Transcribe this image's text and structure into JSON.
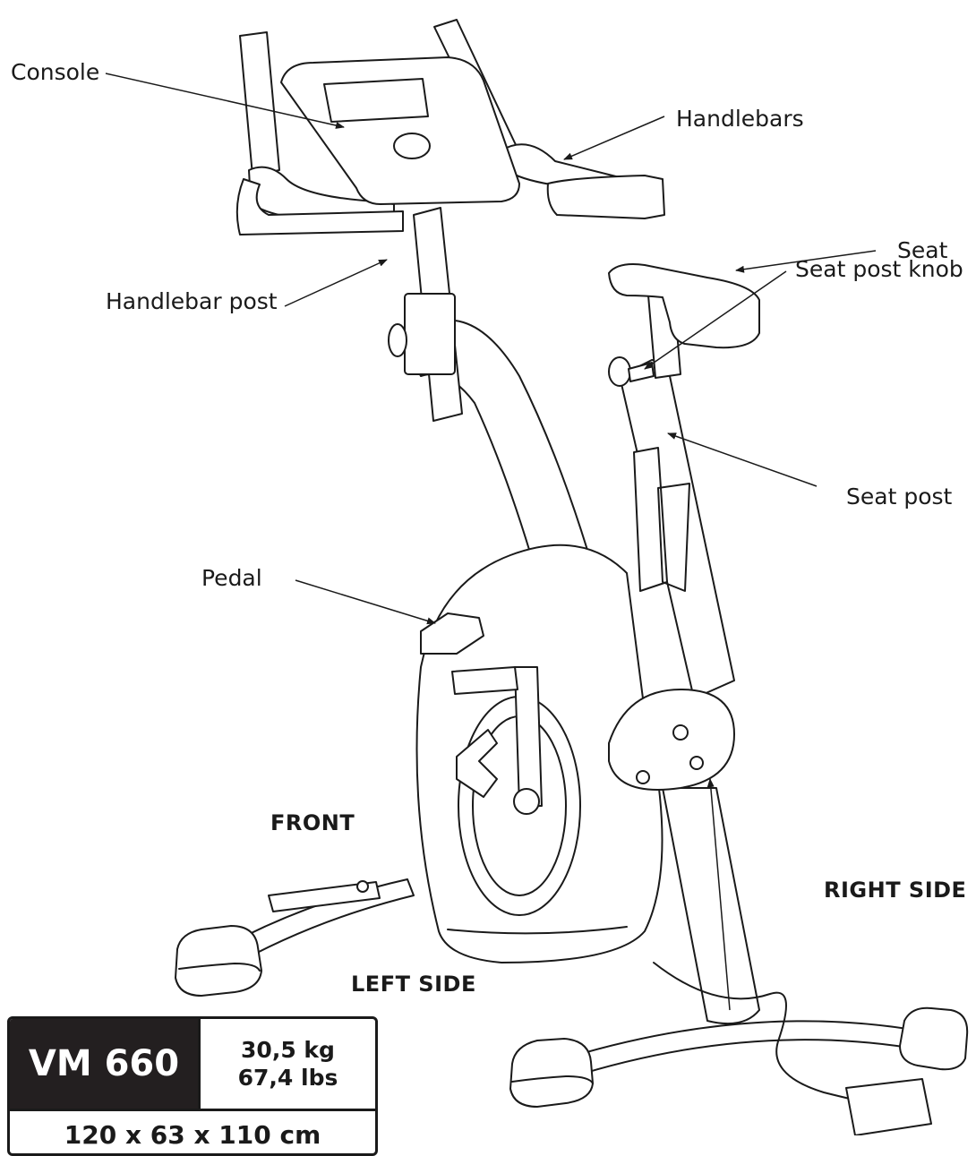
{
  "labels": {
    "console": "Console",
    "handlebars": "Handlebars",
    "seat": "Seat",
    "handlebar_post": "Handlebar post",
    "seat_post_knob": "Seat post knob",
    "seat_post": "Seat post",
    "pedal": "Pedal"
  },
  "sides": {
    "front": "FRONT",
    "right": "RIGHT SIDE",
    "left": "LEFT SIDE"
  },
  "spec": {
    "model": "VM 660",
    "weight_kg": "30,5 kg",
    "weight_lbs": "67,4 lbs",
    "dimensions": "120 x 63 x 110 cm"
  }
}
